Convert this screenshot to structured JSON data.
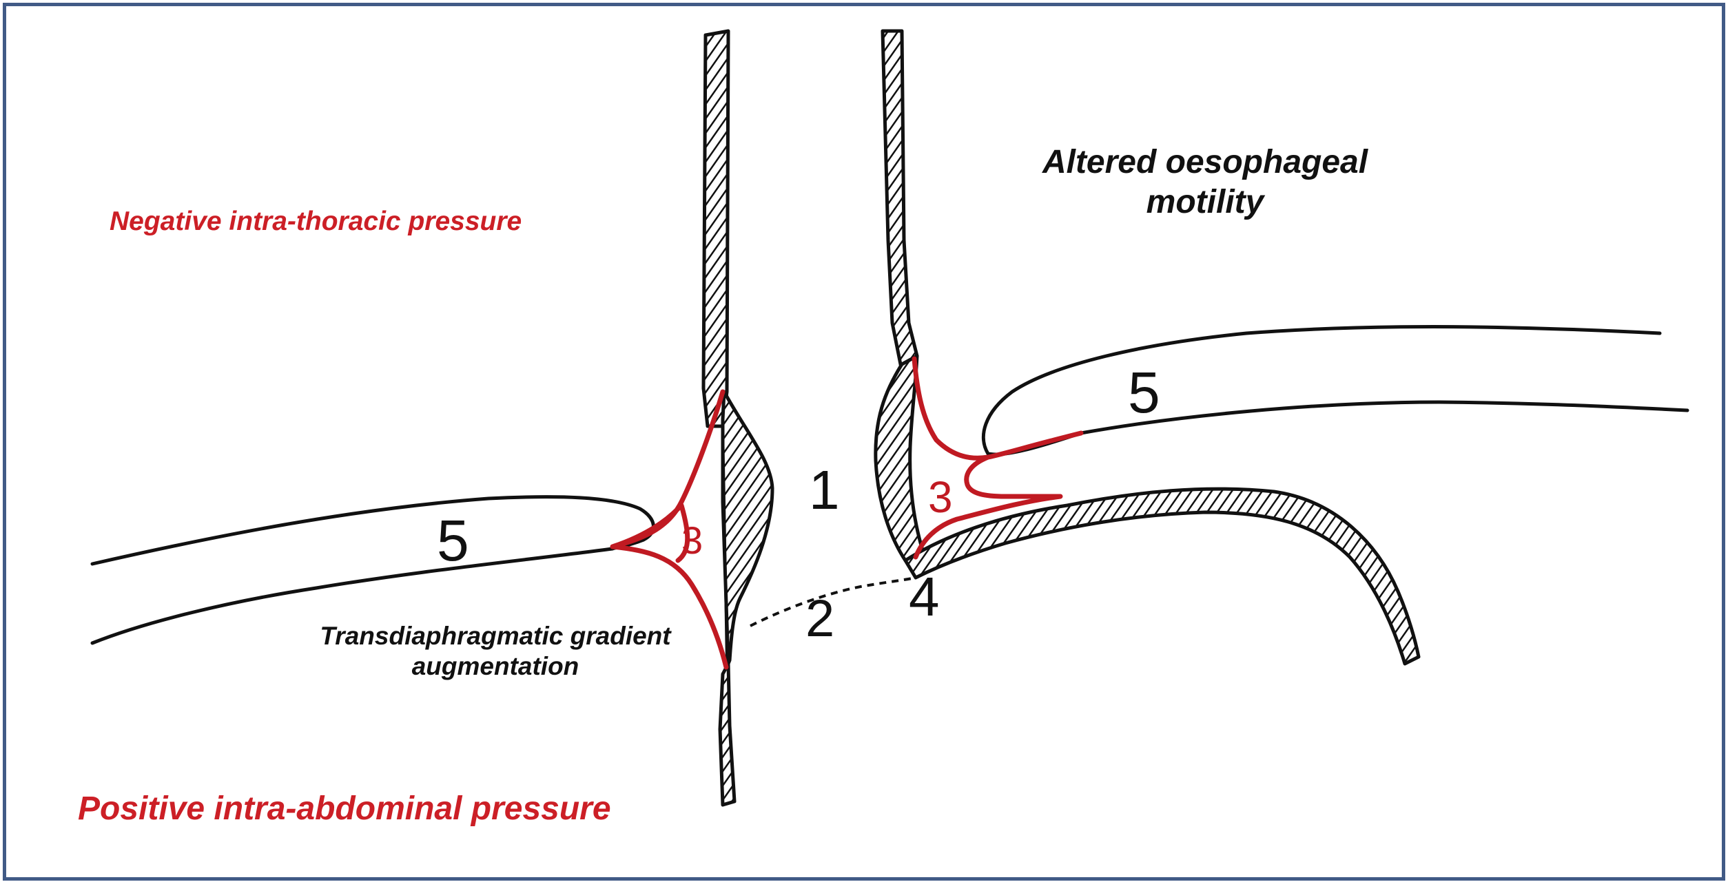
{
  "labels": {
    "negative_pressure": "Negative intra-thoracic pressure",
    "positive_pressure": "Positive intra-abdominal pressure",
    "altered_motility": "Altered oesophageal motility",
    "transdiaphragmatic": "Transdiaphragmatic gradient augmentation"
  },
  "markers": {
    "m1": "1",
    "m2": "2",
    "m3_left": "3",
    "m3_right": "3",
    "m4": "4",
    "m5_left": "5",
    "m5_right": "5"
  },
  "colors": {
    "frame": "#415a86",
    "red_text": "#cc1f26",
    "ligament": "#c01a22",
    "ink": "#111111"
  }
}
